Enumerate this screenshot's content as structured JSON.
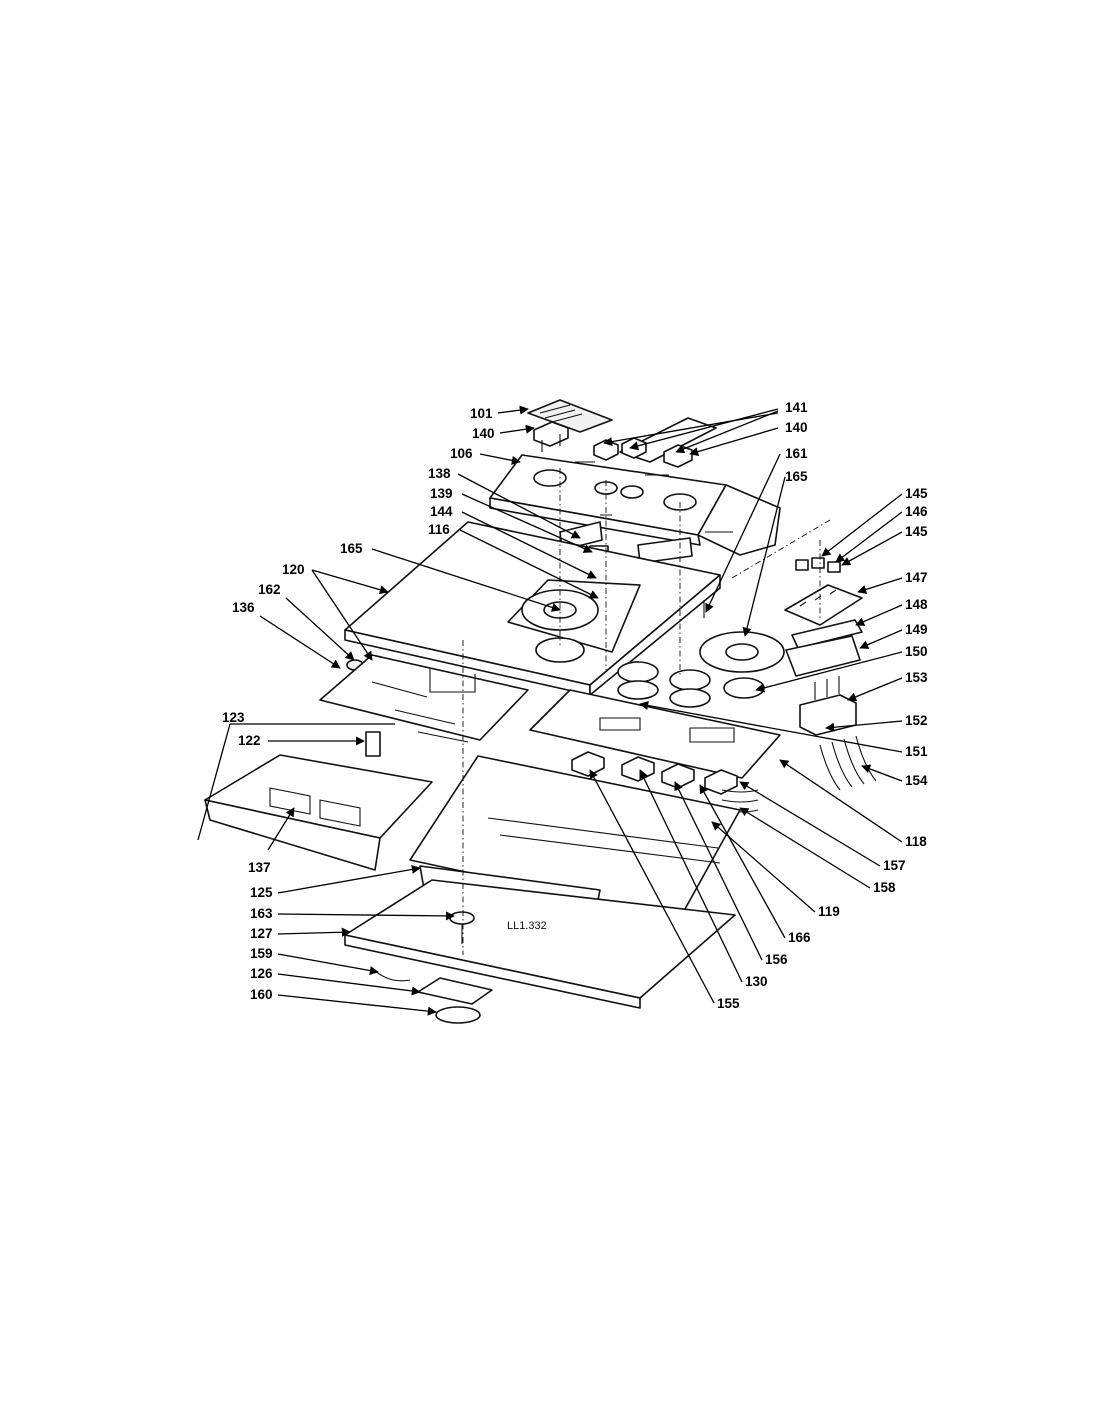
{
  "diagram": {
    "stamp": "LL1.332",
    "callouts": [
      "101",
      "141",
      "140",
      "140",
      "106",
      "161",
      "165",
      "138",
      "139",
      "144",
      "116",
      "165",
      "120",
      "162",
      "136",
      "145",
      "146",
      "145",
      "147",
      "148",
      "149",
      "150",
      "153",
      "152",
      "151",
      "154",
      "118",
      "157",
      "158",
      "119",
      "166",
      "156",
      "130",
      "155",
      "123",
      "122",
      "137",
      "125",
      "163",
      "127",
      "159",
      "126",
      "160"
    ]
  },
  "colors": {
    "ink": "#111111",
    "background": "#ffffff"
  }
}
